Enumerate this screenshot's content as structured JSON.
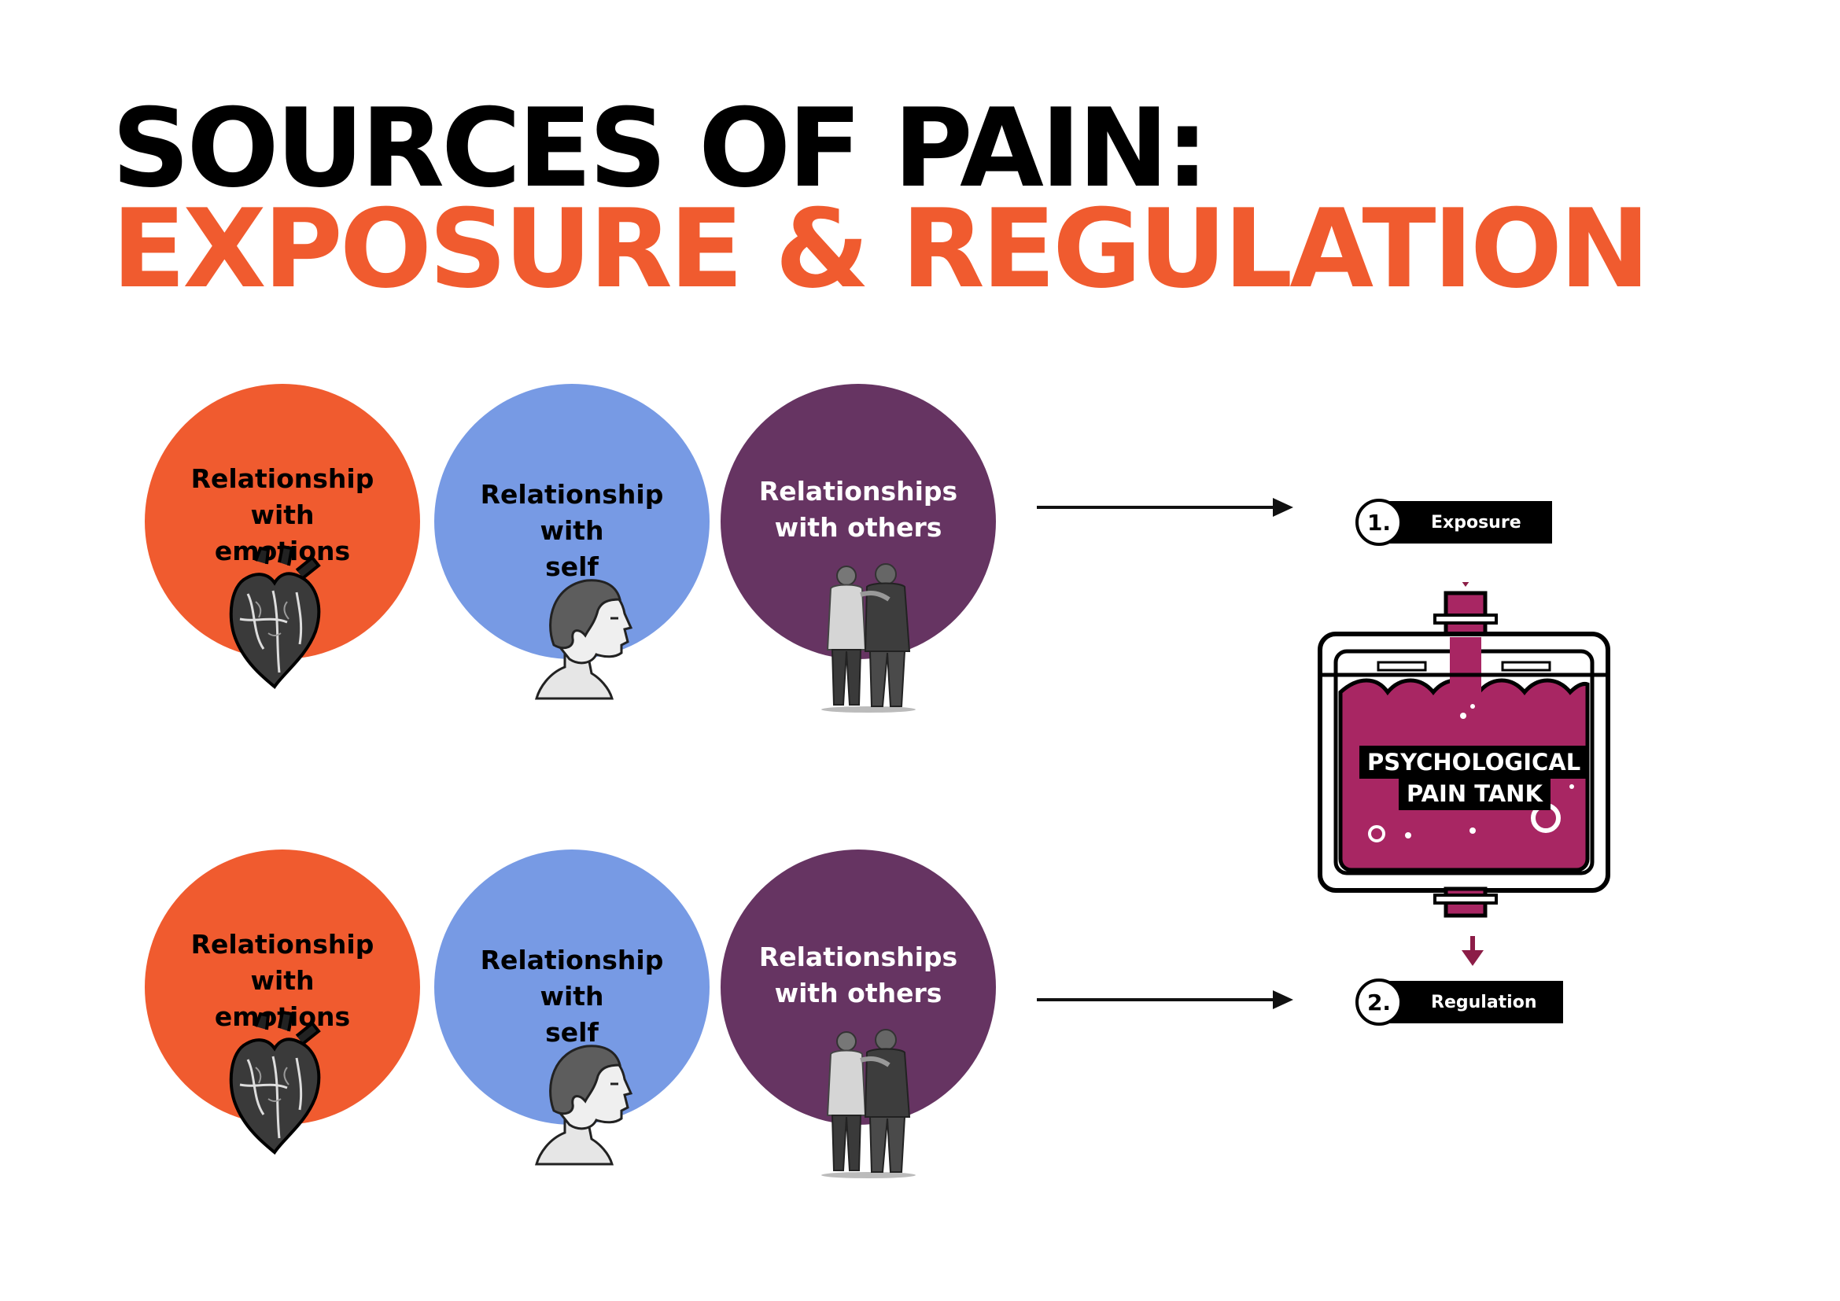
{
  "title": {
    "line1": "SOURCES OF PAIN:",
    "line2": "EXPOSURE & REGULATION",
    "line2_color": "#f05b2f"
  },
  "colors": {
    "emotions": "#f05b2f",
    "self": "#779ae4",
    "others": "#663462",
    "tank_fluid": "#a82663",
    "tank_arrow": "#8c1d47"
  },
  "rows": [
    {
      "circles": [
        {
          "line1": "Relationship with",
          "line2": "emotions",
          "icon": "anatomical-heart-icon"
        },
        {
          "line1": "Relationship with",
          "line2": "self",
          "icon": "person-profile-icon"
        },
        {
          "line1": "Relationships",
          "line2": "with others",
          "icon": "two-people-embracing-icon"
        }
      ]
    },
    {
      "circles": [
        {
          "line1": "Relationship with",
          "line2": "emotions",
          "icon": "anatomical-heart-icon"
        },
        {
          "line1": "Relationship with",
          "line2": "self",
          "icon": "person-profile-icon"
        },
        {
          "line1": "Relationships",
          "line2": "with others",
          "icon": "two-people-embracing-icon"
        }
      ]
    }
  ],
  "steps": [
    {
      "number": "1.",
      "label": "Exposure"
    },
    {
      "number": "2.",
      "label": "Regulation"
    }
  ],
  "tank": {
    "line1": "PSYCHOLOGICAL",
    "line2": "PAIN TANK"
  }
}
